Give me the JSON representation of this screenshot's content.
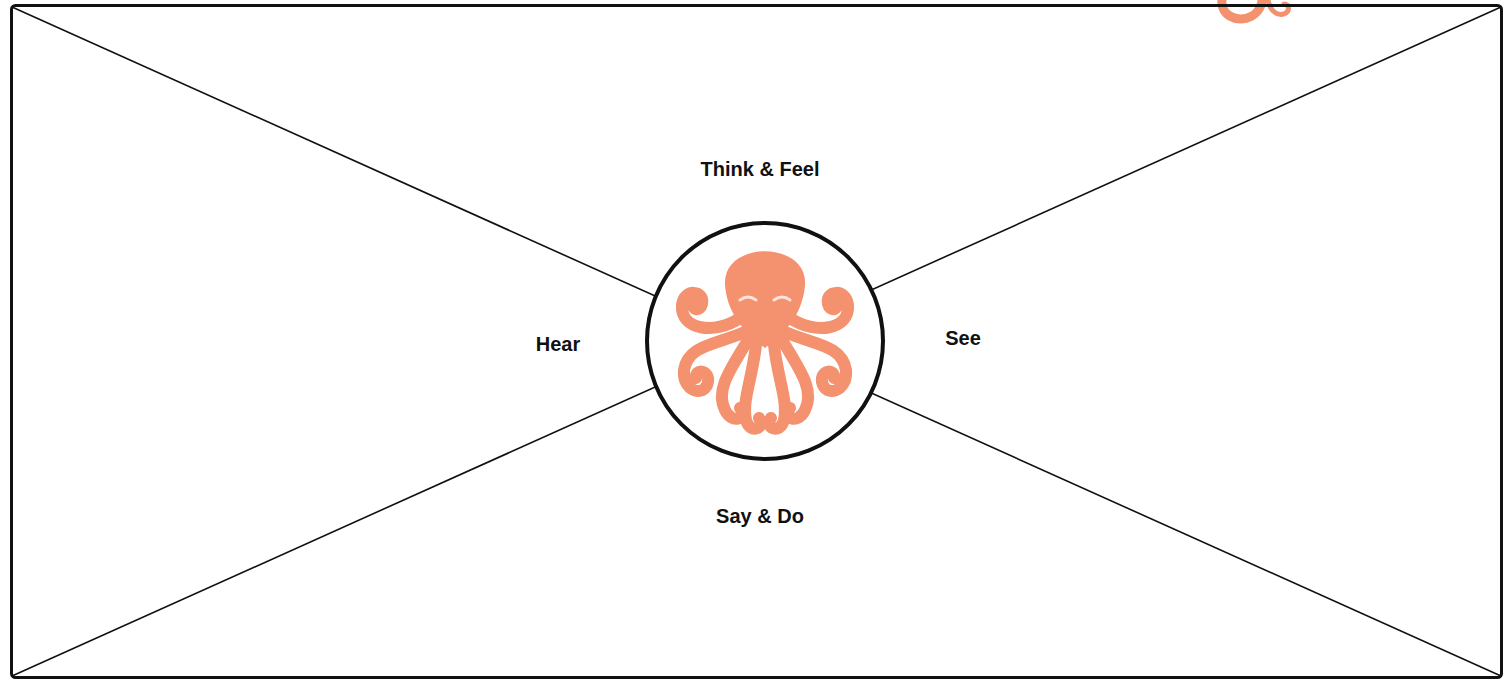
{
  "diagram": {
    "labels": [
      "Think & Feel",
      "Hear",
      "See",
      "Say & Do"
    ]
  }
}
